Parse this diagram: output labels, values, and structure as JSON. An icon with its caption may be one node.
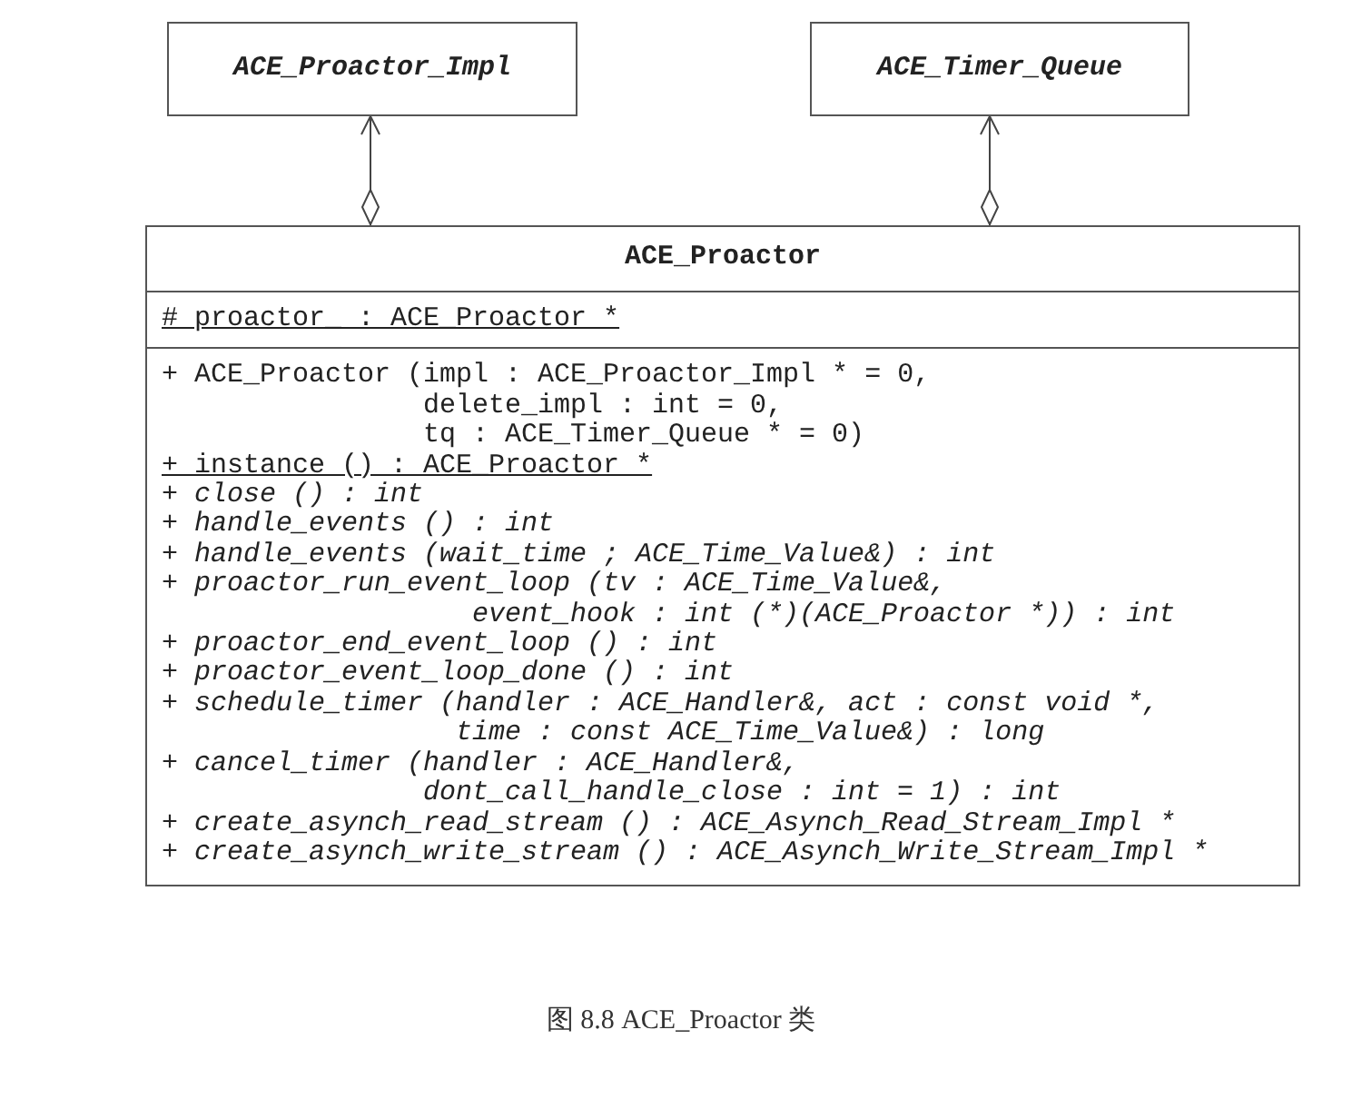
{
  "diagram": {
    "caption": "图 8.8 ACE_Proactor 类",
    "nodes": [
      {
        "text": [
          "ACE_Proactor_Impl"
        ]
      },
      {
        "text": [
          "ACE_Timer_Queue"
        ]
      },
      {
        "text": [
          "ACE_Proactor",
          "# proactor_ : ACE_Proactor *",
          "+ ACE_Proactor (impl : ACE_Proactor_Impl * = 0, delete_impl : int = 0, tq : ACE_Timer_Queue * = 0)",
          "+ instance () : ACE_Proactor *",
          "+ close () : int",
          "+ handle_events () : int",
          "+ handle_events (wait_time ; ACE_Time_Value&) : int",
          "+ proactor_run_event_loop (tv : ACE_Time_Value&, event_hook : int (*)(ACE_Proactor *)) : int",
          "+ proactor_end_event_loop () : int",
          "+ proactor_event_loop_done () : int",
          "+ schedule_timer (handler : ACE_Handler&, act : const void *, time : const ACE_Time_Value&) : long",
          "+ cancel_timer (handler : ACE_Handler&, dont_call_handle_close : int = 1) : int",
          "+ create_asynch_read_stream () : ACE_Asynch_Read_Stream_Impl *",
          "+ create_asynch_write_stream () : ACE_Asynch_Write_Stream_Impl *"
        ]
      }
    ],
    "edges": [
      {
        "from": 2,
        "to": 0,
        "arrow": "to"
      },
      {
        "from": 2,
        "to": 1,
        "arrow": "to"
      }
    ]
  }
}
